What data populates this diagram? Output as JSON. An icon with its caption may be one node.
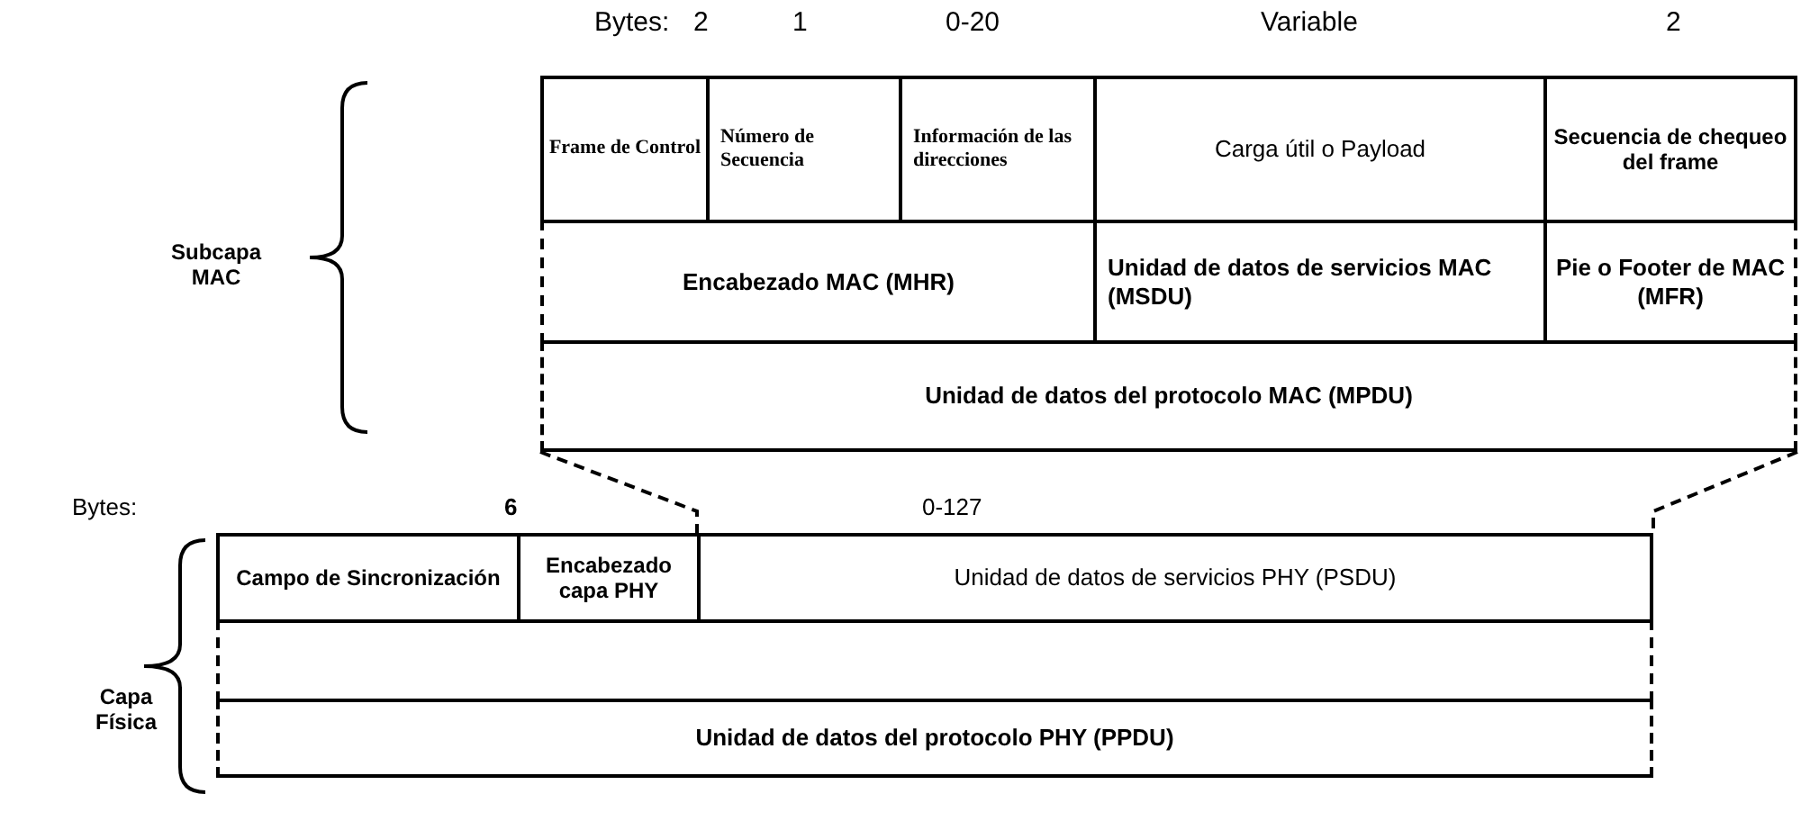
{
  "diagram": {
    "nodes": [
      {
        "text": [
          "Frame de Control"
        ]
      },
      {
        "text": [
          "Número de Secuencia"
        ]
      },
      {
        "text": [
          "Información de las direcciones"
        ]
      },
      {
        "text": [
          "Carga útil o Payload"
        ]
      },
      {
        "text": [
          "Secuencia de chequeo del frame"
        ]
      },
      {
        "text": [
          "Encabezado MAC (MHR)"
        ]
      },
      {
        "text": [
          "Unidad de datos de servicios MAC (MSDU)"
        ]
      },
      {
        "text": [
          "Pie o Footer de MAC (MFR)"
        ]
      },
      {
        "text": [
          "Unidad de datos del protocolo MAC (MPDU)"
        ]
      },
      {
        "text": [
          "Campo de Sincronización"
        ]
      },
      {
        "text": [
          "Encabezado capa PHY"
        ]
      },
      {
        "text": [
          "Unidad de datos de servicios PHY (PSDU)"
        ]
      },
      {
        "text": [],
        "shape": "box"
      },
      {
        "text": [
          "Unidad de datos del protocolo PHY (PPDU)"
        ]
      }
    ],
    "edges": [
      {
        "from": 8,
        "to": 11,
        "arrow": "none",
        "style": "dashed"
      },
      {
        "from": 8,
        "to": 11,
        "arrow": "none",
        "style": "dashed"
      }
    ],
    "labels": [
      "Bytes:",
      "2",
      "1",
      "0-20",
      "Variable",
      "2",
      "Subcapa MAC",
      "Bytes:",
      "6",
      "0-127",
      "Capa Física"
    ]
  }
}
